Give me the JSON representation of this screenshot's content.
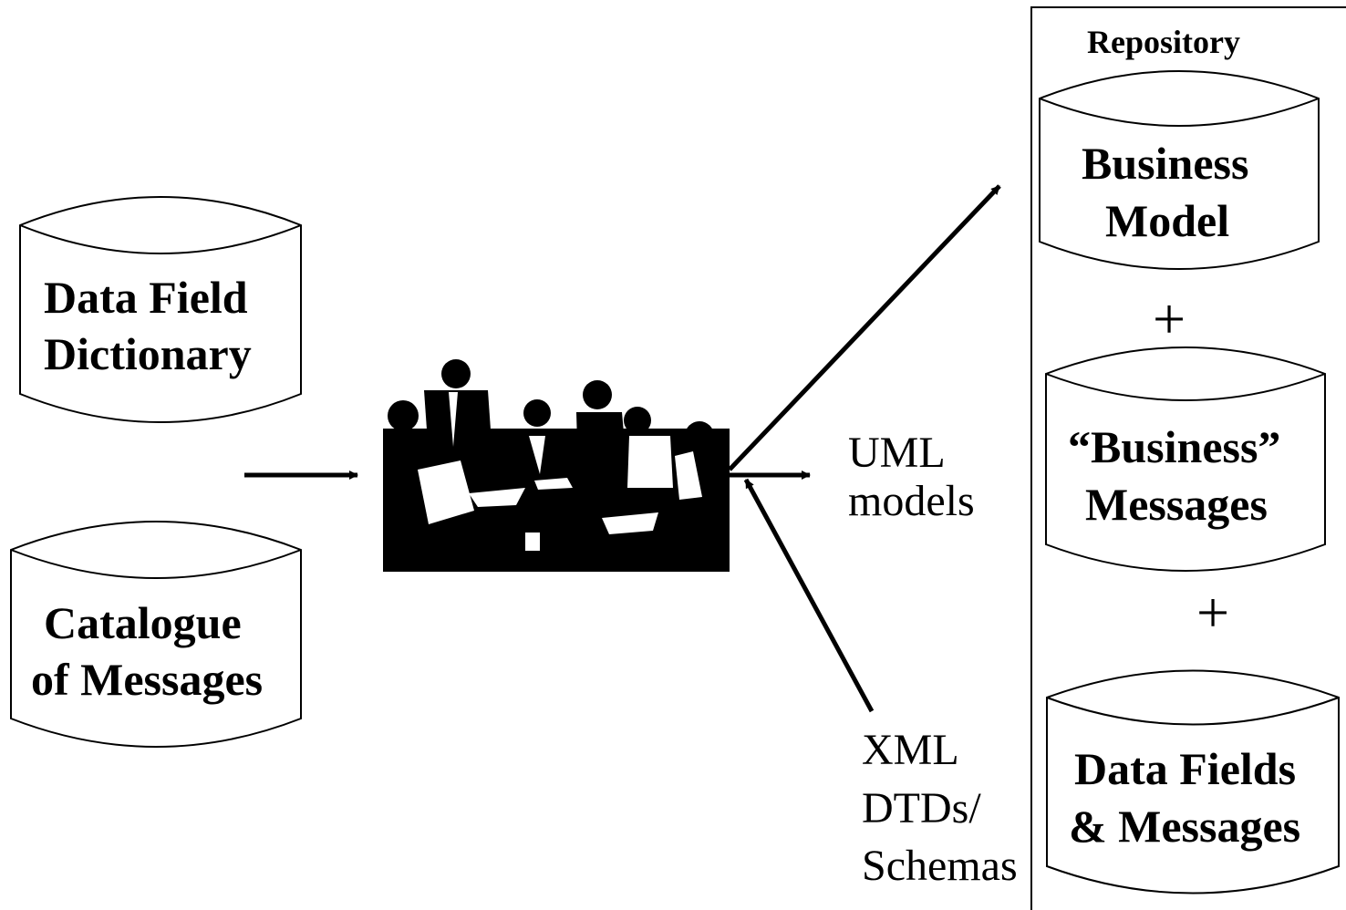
{
  "sources": {
    "data_field_dictionary": [
      "Data Field",
      "Dictionary"
    ],
    "catalogue_of_messages": [
      "Catalogue",
      "of Messages"
    ]
  },
  "outputs": {
    "uml": [
      "UML",
      "models"
    ],
    "xml": [
      "XML",
      "DTDs/",
      "Schemas"
    ]
  },
  "repository": {
    "title": "Repository",
    "business_model": [
      "Business",
      "Model"
    ],
    "business_messages": [
      "“Business”",
      "Messages"
    ],
    "data_fields_messages": [
      "Data Fields",
      "& Messages"
    ],
    "plus_symbol": "+"
  },
  "meeting_image": {
    "icon": "people-meeting-icon"
  }
}
